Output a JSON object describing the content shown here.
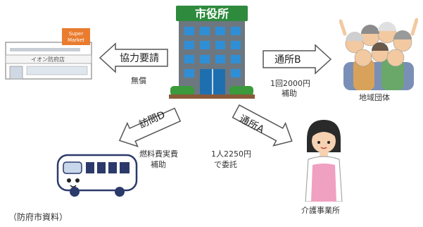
{
  "city_hall": {
    "sign": "市役所"
  },
  "supermarket": {
    "sign": "Super Market",
    "store_name": "イオン防府店"
  },
  "arrows": {
    "cooperation": {
      "label": "協力要請",
      "note": "無償"
    },
    "commute_b": {
      "label": "通所B",
      "note_line1": "1回2000円",
      "note_line2": "補助"
    },
    "visit_d": {
      "label": "訪問D",
      "note_line1": "燃料費実費",
      "note_line2": "補助"
    },
    "commute_a": {
      "label": "通所A",
      "note_line1": "1人2250円",
      "note_line2": "で委託"
    }
  },
  "nodes": {
    "community_group": "地域団体",
    "care_provider": "介護事業所"
  },
  "source": "（防府市資料）",
  "colors": {
    "sign_green": "#2e8b3e",
    "building_gray": "#6d7780",
    "window_blue": "#2f8fd6",
    "arrow_fill": "#ffffff",
    "arrow_stroke": "#555555",
    "store_orange": "#e97c2f",
    "bus_blue": "#2b3a6a",
    "care_pink": "#f0a0c0"
  }
}
